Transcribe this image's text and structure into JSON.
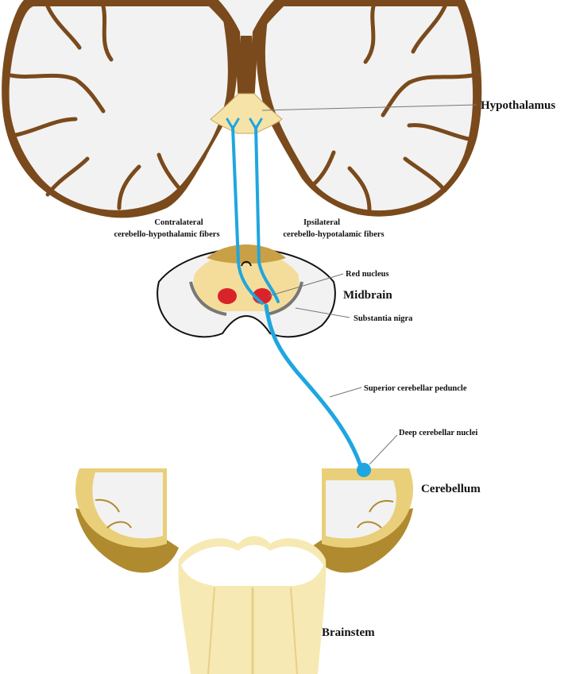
{
  "labels": {
    "hypothalamus": "Hypothalamus",
    "contralateral_line1": "Contralateral",
    "contralateral_line2": "cerebello-hypothalamic fibers",
    "ipsilateral_line1": "Ipsilateral",
    "ipsilateral_line2": "cerebello-hypotalamic fibers",
    "red_nucleus": "Red nucleus",
    "midbrain": "Midbrain",
    "substantia_nigra": "Substantia nigra",
    "superior_cerebellar_peduncle": "Superior cerebellar peduncle",
    "deep_cerebellar_nuclei": "Deep cerebellar nuclei",
    "cerebellum": "Cerebellum",
    "brainstem": "Brainstem"
  },
  "colors": {
    "fiber_pathway": "#1fa6e0",
    "cortex_brown": "#7a4a1c",
    "white_matter": "#f2f2f2",
    "hypothalamus_fill": "#f6e3a8",
    "red_nucleus": "#d9232a",
    "cerebellum_yellow": "#e9cf7a",
    "cerebellum_dark": "#b08a2e",
    "brainstem_fill": "#f7e9b3"
  }
}
